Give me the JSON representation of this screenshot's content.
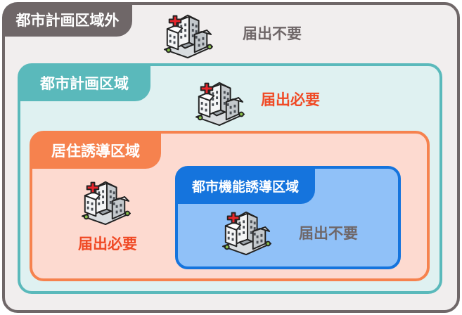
{
  "zones": {
    "outside": {
      "label": "都市計画区域外",
      "note": "届出不要"
    },
    "city_planning": {
      "label": "都市計画区域",
      "note": "届出必要"
    },
    "residential_guidance": {
      "label": "居住誘導区域",
      "note": "届出必要"
    },
    "urban_function_guidance": {
      "label": "都市機能誘導区域",
      "note": "届出不要"
    }
  },
  "icons": {
    "building": "hospital-building-icon"
  },
  "colors": {
    "outside": "#6f6768",
    "city_planning": "#5ab9bb",
    "residential_guidance": "#f6824e",
    "urban_function_guidance": "#1574dd",
    "required_text": "#f04a25",
    "not_required_text": "#6f6768"
  }
}
